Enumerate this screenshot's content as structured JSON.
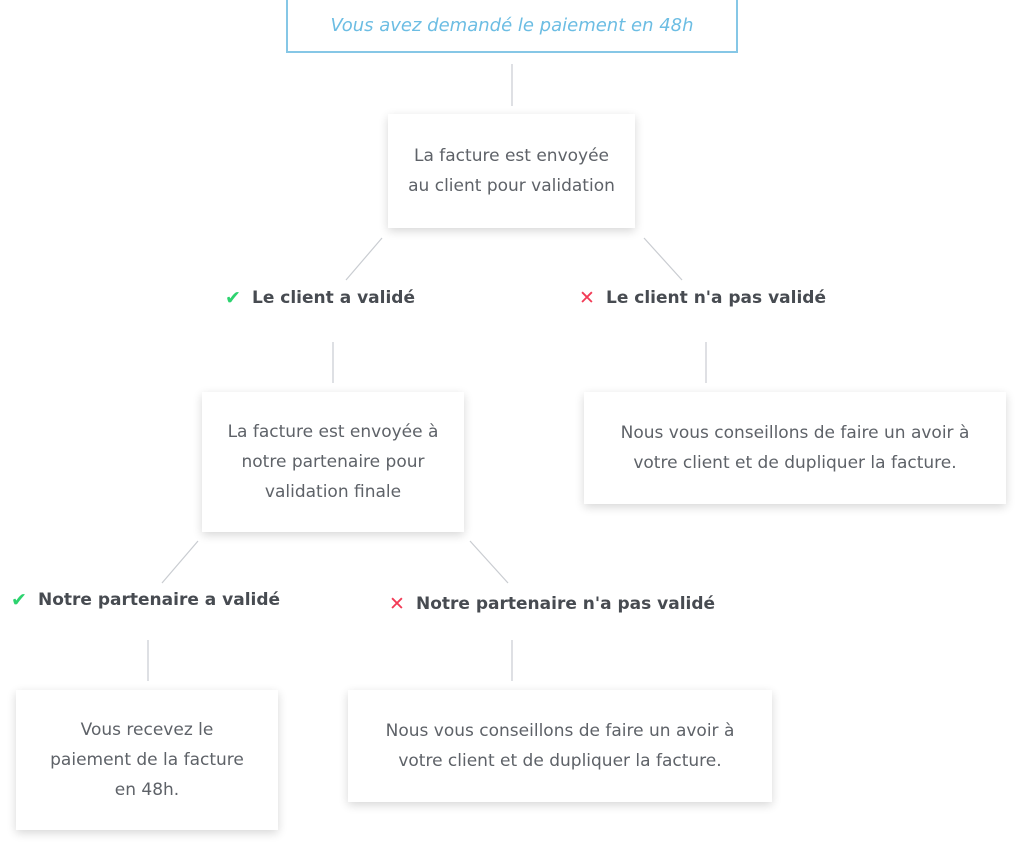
{
  "request": {
    "label": "Vous avez demandé le paiement en 48h",
    "color": "#6cbde3"
  },
  "client_step": {
    "lines": [
      "La facture est envoyée",
      "au client pour validation"
    ]
  },
  "client_validated": {
    "icon": "check-icon",
    "label": "Le client a validé",
    "color": "#2dd36f"
  },
  "client_not_validated": {
    "icon": "cross-icon",
    "label": "Le client n'a pas validé",
    "color": "#f23b56"
  },
  "partner_step": {
    "lines": [
      "La facture est envoyée à",
      "notre partenaire pour",
      "validation finale"
    ]
  },
  "client_refusal_advice": {
    "lines": [
      "Nous vous conseillons de faire un avoir à",
      "votre client et de dupliquer la facture."
    ]
  },
  "partner_validated": {
    "icon": "check-icon",
    "label": "Notre partenaire a validé",
    "color": "#2dd36f"
  },
  "partner_not_validated": {
    "icon": "cross-icon",
    "label": "Notre partenaire n'a pas validé",
    "color": "#f23b56"
  },
  "payment_result": {
    "lines": [
      "Vous recevez le",
      "paiement de la facture",
      "en 48h."
    ]
  },
  "partner_refusal_advice": {
    "lines": [
      "Nous vous conseillons de faire un avoir à",
      "votre client et de dupliquer la facture."
    ]
  }
}
